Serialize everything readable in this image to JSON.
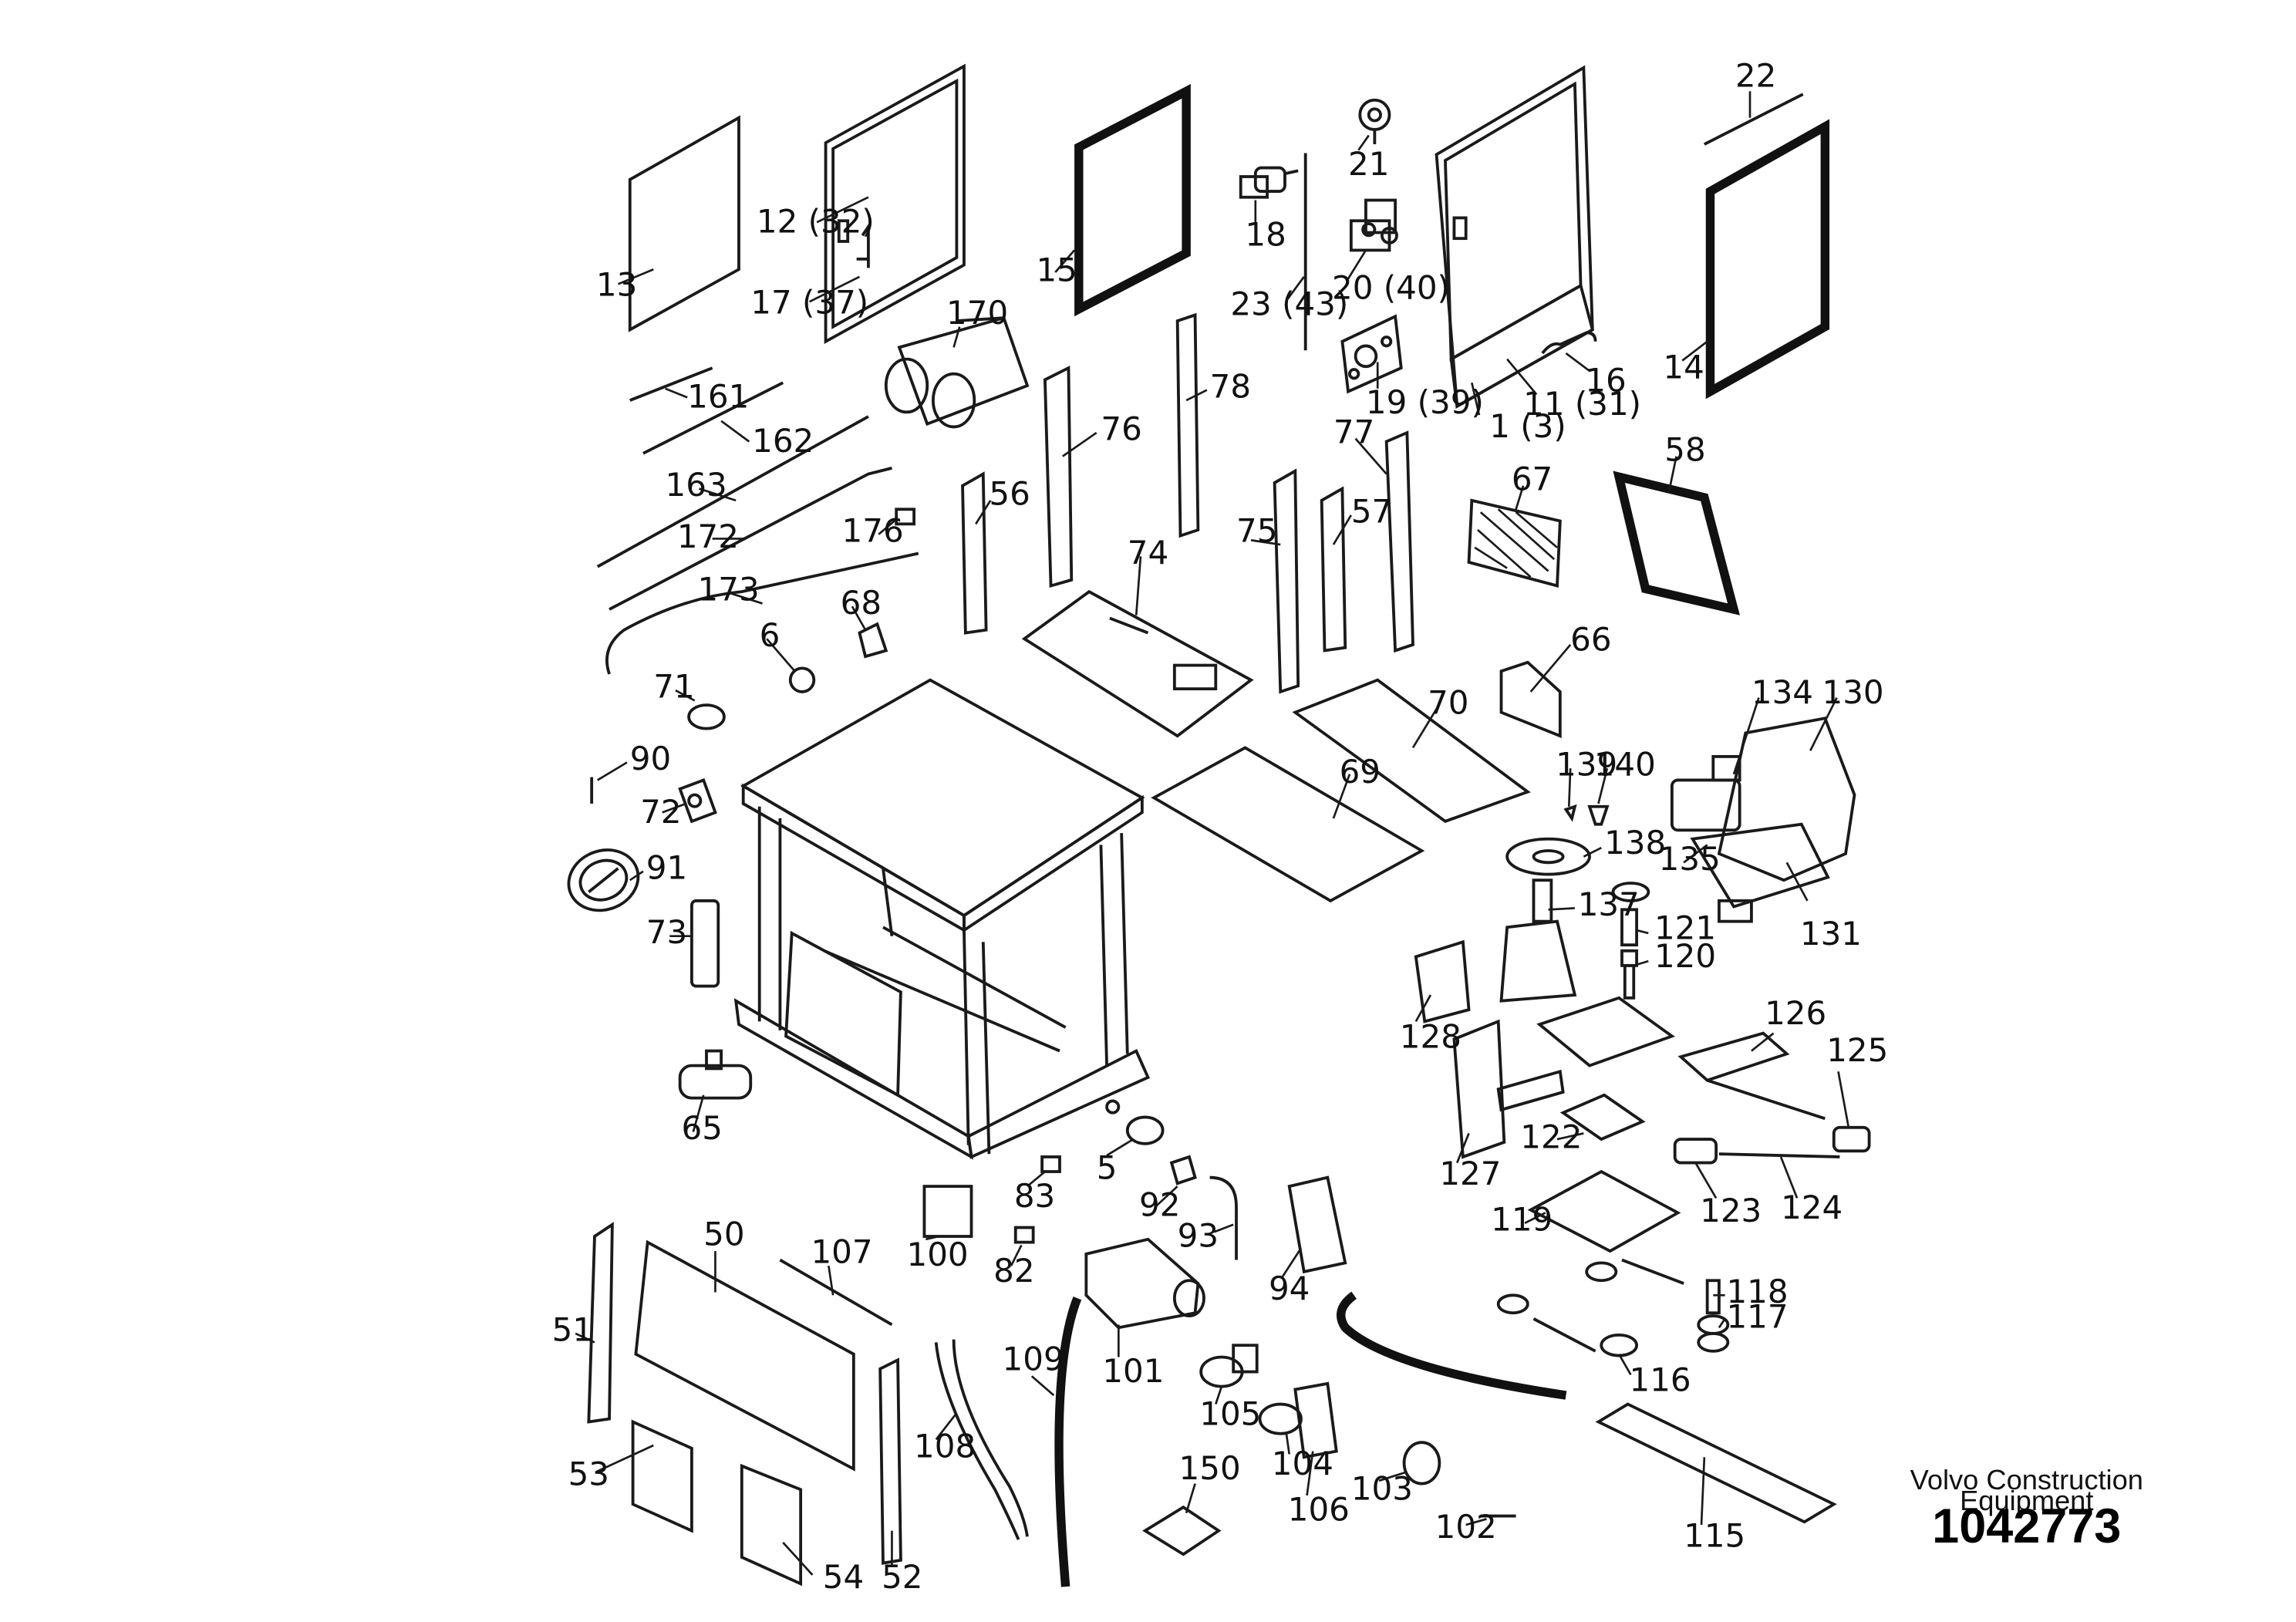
{
  "publisher": {
    "line1": "Volvo Construction",
    "line2": "Equipment"
  },
  "illustration_number": "1042773",
  "callouts": [
    {
      "id": "c13",
      "text": "13"
    },
    {
      "id": "c12",
      "text": "12 (32)"
    },
    {
      "id": "c17",
      "text": "17 (37)"
    },
    {
      "id": "c15",
      "text": "15"
    },
    {
      "id": "c18",
      "text": "18"
    },
    {
      "id": "c21",
      "text": "21"
    },
    {
      "id": "c20",
      "text": "20 (40)"
    },
    {
      "id": "c23",
      "text": "23 (43)"
    },
    {
      "id": "c22",
      "text": "22"
    },
    {
      "id": "c14",
      "text": "14"
    },
    {
      "id": "c16",
      "text": "16"
    },
    {
      "id": "c11",
      "text": "11 (31)"
    },
    {
      "id": "c1",
      "text": "1 (3)"
    },
    {
      "id": "c19",
      "text": "19 (39)"
    },
    {
      "id": "c170",
      "text": "170"
    },
    {
      "id": "c161",
      "text": "161"
    },
    {
      "id": "c162",
      "text": "162"
    },
    {
      "id": "c163",
      "text": "163"
    },
    {
      "id": "c172",
      "text": "172"
    },
    {
      "id": "c173",
      "text": "173"
    },
    {
      "id": "c176",
      "text": "176"
    },
    {
      "id": "c76",
      "text": "76"
    },
    {
      "id": "c78",
      "text": "78"
    },
    {
      "id": "c56",
      "text": "56"
    },
    {
      "id": "c77",
      "text": "77"
    },
    {
      "id": "c75",
      "text": "75"
    },
    {
      "id": "c57",
      "text": "57"
    },
    {
      "id": "c67",
      "text": "67"
    },
    {
      "id": "c58",
      "text": "58"
    },
    {
      "id": "c74",
      "text": "74"
    },
    {
      "id": "c68",
      "text": "68"
    },
    {
      "id": "c6",
      "text": "6"
    },
    {
      "id": "c71",
      "text": "71"
    },
    {
      "id": "c66",
      "text": "66"
    },
    {
      "id": "c70",
      "text": "70"
    },
    {
      "id": "c69",
      "text": "69"
    },
    {
      "id": "c90",
      "text": "90"
    },
    {
      "id": "c72",
      "text": "72"
    },
    {
      "id": "c91",
      "text": "91"
    },
    {
      "id": "c73",
      "text": "73"
    },
    {
      "id": "c65",
      "text": "65"
    },
    {
      "id": "c134",
      "text": "134"
    },
    {
      "id": "c130",
      "text": "130"
    },
    {
      "id": "c139",
      "text": "139"
    },
    {
      "id": "c140",
      "text": "140"
    },
    {
      "id": "c135",
      "text": "135"
    },
    {
      "id": "c131",
      "text": "131"
    },
    {
      "id": "c138",
      "text": "138"
    },
    {
      "id": "c137",
      "text": "137"
    },
    {
      "id": "c121",
      "text": "121"
    },
    {
      "id": "c120",
      "text": "120"
    },
    {
      "id": "c128",
      "text": "128"
    },
    {
      "id": "c126",
      "text": "126"
    },
    {
      "id": "c125",
      "text": "125"
    },
    {
      "id": "c127",
      "text": "127"
    },
    {
      "id": "c122",
      "text": "122"
    },
    {
      "id": "c123",
      "text": "123"
    },
    {
      "id": "c124",
      "text": "124"
    },
    {
      "id": "c119",
      "text": "119"
    },
    {
      "id": "c5",
      "text": "5"
    },
    {
      "id": "c83",
      "text": "83"
    },
    {
      "id": "c92",
      "text": "92"
    },
    {
      "id": "c93",
      "text": "93"
    },
    {
      "id": "c94",
      "text": "94"
    },
    {
      "id": "c100",
      "text": "100"
    },
    {
      "id": "c82",
      "text": "82"
    },
    {
      "id": "c50",
      "text": "50"
    },
    {
      "id": "c107",
      "text": "107"
    },
    {
      "id": "c51",
      "text": "51"
    },
    {
      "id": "c53",
      "text": "53"
    },
    {
      "id": "c54",
      "text": "54"
    },
    {
      "id": "c52",
      "text": "52"
    },
    {
      "id": "c108",
      "text": "108"
    },
    {
      "id": "c109",
      "text": "109"
    },
    {
      "id": "c101",
      "text": "101"
    },
    {
      "id": "c105",
      "text": "105"
    },
    {
      "id": "c104",
      "text": "104"
    },
    {
      "id": "c106",
      "text": "106"
    },
    {
      "id": "c150",
      "text": "150"
    },
    {
      "id": "c103",
      "text": "103"
    },
    {
      "id": "c102",
      "text": "102"
    },
    {
      "id": "c115",
      "text": "115"
    },
    {
      "id": "c116",
      "text": "116"
    },
    {
      "id": "c118",
      "text": "118"
    },
    {
      "id": "c117",
      "text": "117"
    }
  ]
}
